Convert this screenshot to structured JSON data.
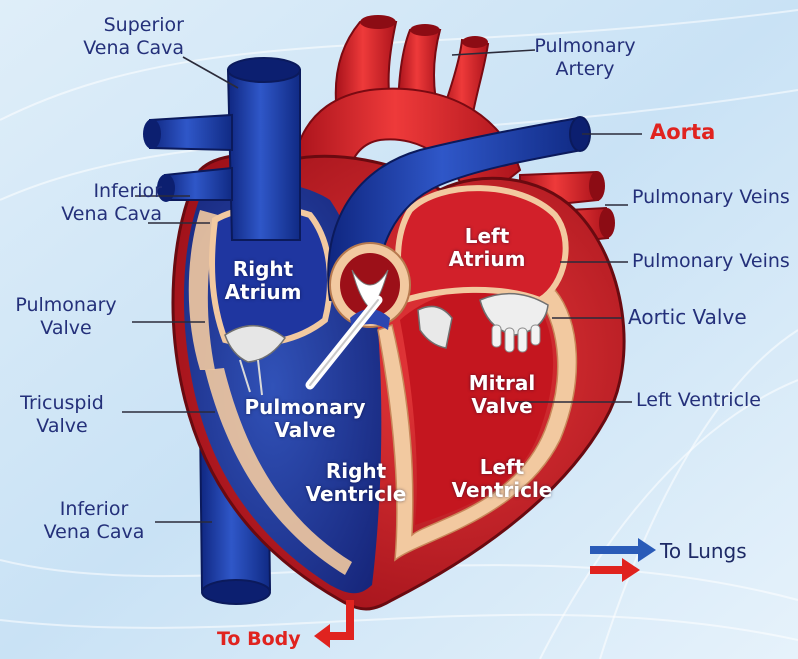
{
  "labels": {
    "superior_vena_cava": "Superior\nVena Cava",
    "inferior_vena_cava_top": "Inferior\nVena Cava",
    "pulmonary_valve_left": "Pulmonary\nValve",
    "tricuspid_valve": "Tricuspid\nValve",
    "inferior_vena_cava_bottom": "Inferior\nVena Cava",
    "pulmonary_artery": "Pulmonary\nArtery",
    "aorta": "Aorta",
    "pulmonary_veins_1": "Pulmonary Veins",
    "pulmonary_veins_2": "Pulmonary Veins",
    "aortic_valve": "Aortic Valve",
    "left_ventricle_right": "Left Ventricle",
    "to_lungs": "To Lungs",
    "to_body": "To Body",
    "right_atrium": "Right\nAtrium",
    "left_atrium": "Left\nAtrium",
    "pulmonary_valve_inner": "Pulmonary\nValve",
    "mitral_valve": "Mitral\nValve",
    "right_ventricle": "Right\nVentricle",
    "left_ventricle_inner": "Left\nVentricle"
  },
  "colors": {
    "deoxygenated_blue": "#1d3fa8",
    "oxygenated_red": "#d9232b",
    "label_navy": "#24307a",
    "arrow_red": "#e0231f",
    "arrow_blue": "#2a5bb8"
  }
}
